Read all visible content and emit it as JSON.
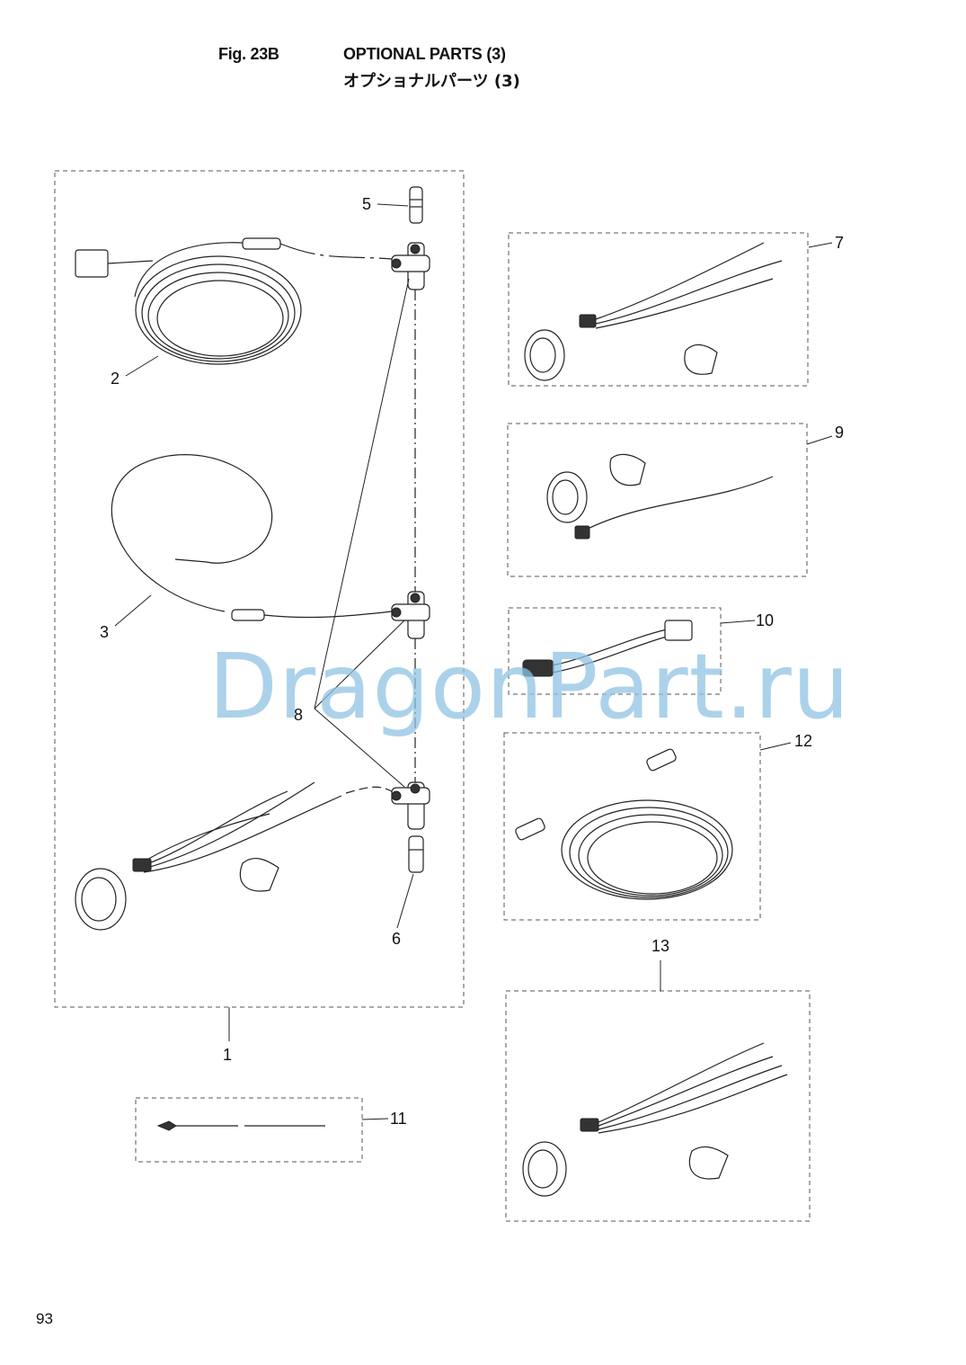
{
  "header": {
    "figure_number": "Fig. 23B",
    "title_en": "OPTIONAL PARTS (3)",
    "title_jp": "オプショナルパーツ (3)"
  },
  "callouts": [
    "1",
    "2",
    "3",
    "5",
    "6",
    "7",
    "8",
    "9",
    "10",
    "11",
    "12",
    "13"
  ],
  "watermark": "DragonPart.ru",
  "page_number": "93"
}
